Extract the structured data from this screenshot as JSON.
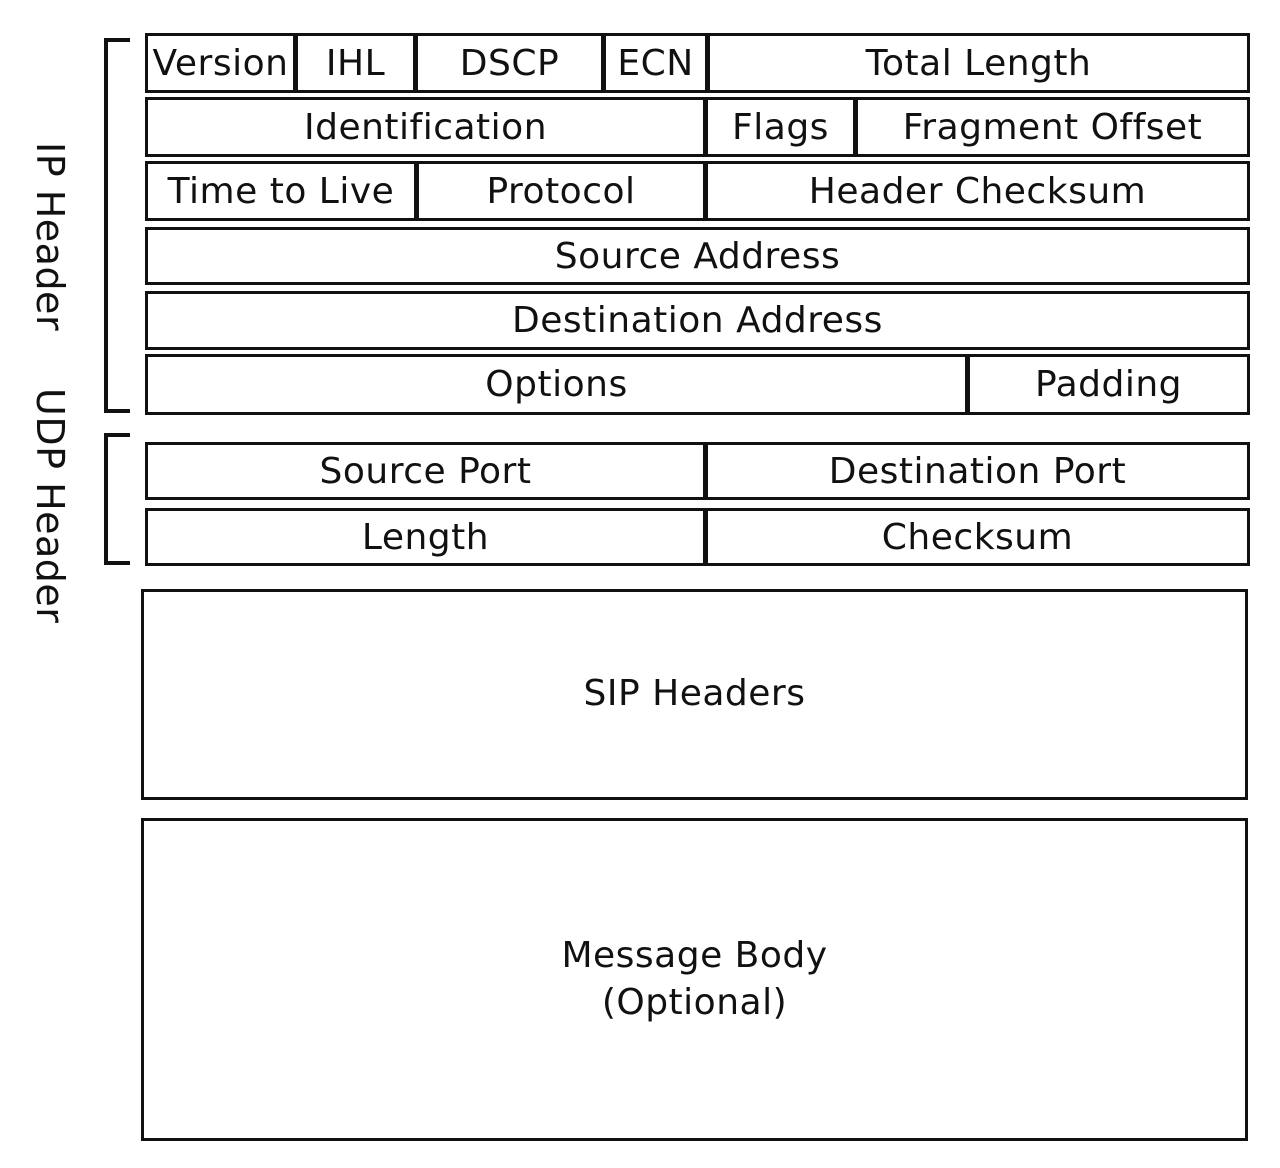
{
  "side_labels": {
    "ip": "IP Header",
    "udp": "UDP Header"
  },
  "ip_header": {
    "row1": [
      "Version",
      "IHL",
      "DSCP",
      "ECN",
      "Total Length"
    ],
    "row2": [
      "Identification",
      "Flags",
      "Fragment Offset"
    ],
    "row3": [
      "Time to Live",
      "Protocol",
      "Header Checksum"
    ],
    "row4": [
      "Source Address"
    ],
    "row5": [
      "Destination Address"
    ],
    "row6": [
      "Options",
      "Padding"
    ]
  },
  "udp_header": {
    "row1": [
      "Source Port",
      "Destination Port"
    ],
    "row2": [
      "Length",
      "Checksum"
    ]
  },
  "sip_headers": "SIP Headers",
  "message_body": {
    "line1": "Message Body",
    "line2": "(Optional)"
  }
}
